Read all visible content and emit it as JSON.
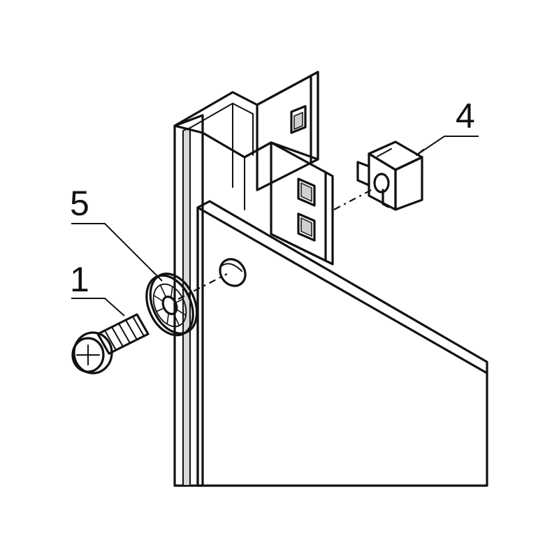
{
  "callouts": {
    "screw": "1",
    "washer": "5",
    "cage_nut": "4"
  },
  "colors": {
    "line": "#111111",
    "metal_fill": "#e8e8e8",
    "metal_shade": "#d2d2d2",
    "background": "#ffffff"
  },
  "parts": [
    {
      "callout": "1",
      "icon": "screw-icon"
    },
    {
      "callout": "5",
      "icon": "toothed-washer-icon"
    },
    {
      "callout": "4",
      "icon": "cage-nut-icon"
    }
  ]
}
